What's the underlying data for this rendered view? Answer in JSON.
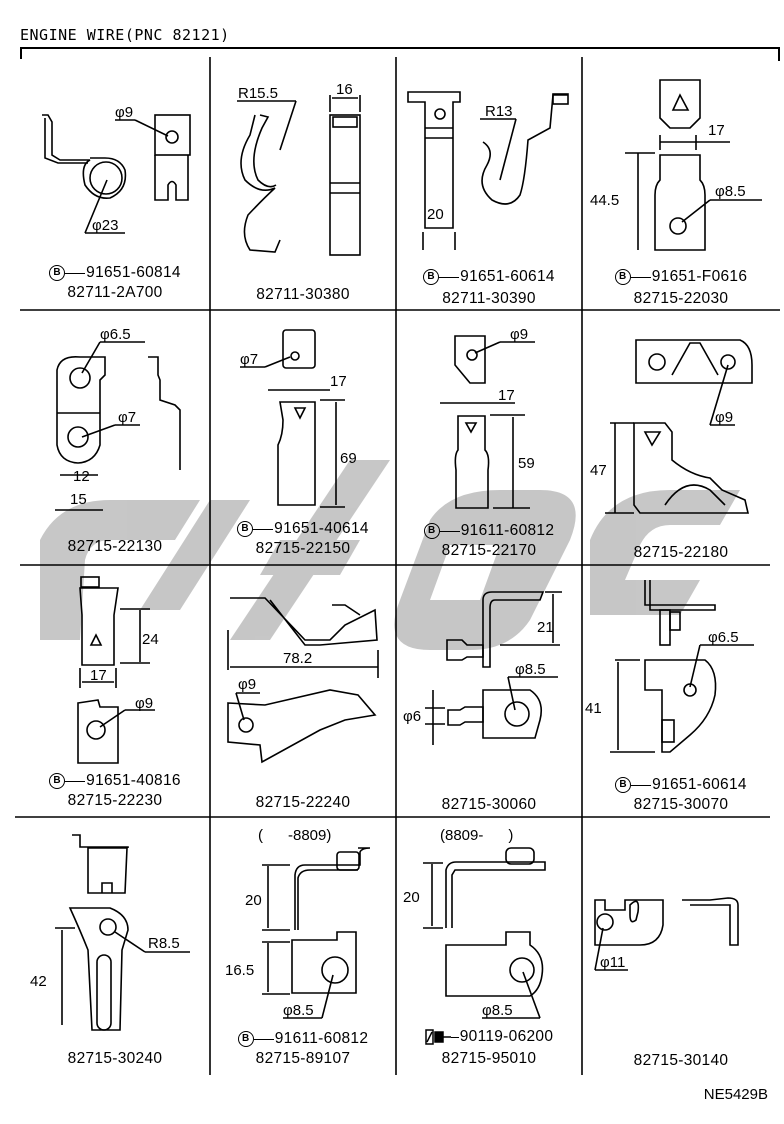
{
  "header": {
    "title": "ENGINE WIRE(PNC 82121)"
  },
  "diagram_ref": "NE5429B",
  "bolt_symbol": "B",
  "cells": [
    {
      "row": 0,
      "col": 0,
      "part_no": "82711-2A700",
      "bolt": "91651-60814",
      "dims": [
        "φ9",
        "φ23"
      ]
    },
    {
      "row": 0,
      "col": 1,
      "part_no": "82711-30380",
      "bolt": null,
      "dims": [
        "R15.5",
        "16"
      ]
    },
    {
      "row": 0,
      "col": 2,
      "part_no": "82711-30390",
      "bolt": "91651-60614",
      "dims": [
        "R13",
        "20"
      ]
    },
    {
      "row": 0,
      "col": 3,
      "part_no": "82715-22030",
      "bolt": "91651-F0616",
      "dims": [
        "17",
        "44.5",
        "φ8.5"
      ]
    },
    {
      "row": 1,
      "col": 0,
      "part_no": "82715-22130",
      "bolt": null,
      "dims": [
        "φ6.5",
        "φ7",
        "12",
        "15"
      ]
    },
    {
      "row": 1,
      "col": 1,
      "part_no": "82715-22150",
      "bolt": "91651-40614",
      "dims": [
        "φ7",
        "17",
        "69"
      ]
    },
    {
      "row": 1,
      "col": 2,
      "part_no": "82715-22170",
      "bolt": "91611-60812",
      "dims": [
        "φ9",
        "17",
        "59"
      ]
    },
    {
      "row": 1,
      "col": 3,
      "part_no": "82715-22180",
      "bolt": null,
      "dims": [
        "φ9",
        "47"
      ]
    },
    {
      "row": 2,
      "col": 0,
      "part_no": "82715-22230",
      "bolt": "91651-40816",
      "dims": [
        "24",
        "17",
        "φ9"
      ]
    },
    {
      "row": 2,
      "col": 1,
      "part_no": "82715-22240",
      "bolt": null,
      "dims": [
        "78.2",
        "φ9"
      ]
    },
    {
      "row": 2,
      "col": 2,
      "part_no": "82715-30060",
      "bolt": null,
      "dims": [
        "21",
        "φ8.5",
        "φ6"
      ]
    },
    {
      "row": 2,
      "col": 3,
      "part_no": "82715-30070",
      "bolt": "91651-60614",
      "dims": [
        "φ6.5",
        "41"
      ]
    },
    {
      "row": 3,
      "col": 0,
      "part_no": "82715-30240",
      "bolt": null,
      "dims": [
        "42",
        "R8.5"
      ]
    },
    {
      "row": 3,
      "col": 1,
      "part_no": "82715-89107",
      "bolt": "91611-60812",
      "dims": [
        "20",
        "16.5",
        "φ8.5"
      ],
      "note": "(      -8809)"
    },
    {
      "row": 3,
      "col": 2,
      "part_no": "82715-95010",
      "bolt": "90119-06200",
      "bolt_type": "clip",
      "dims": [
        "20",
        "φ8.5"
      ],
      "note": "(8809-      )"
    },
    {
      "row": 3,
      "col": 3,
      "part_no": "82715-30140",
      "bolt": null,
      "dims": [
        "φ11"
      ]
    }
  ]
}
